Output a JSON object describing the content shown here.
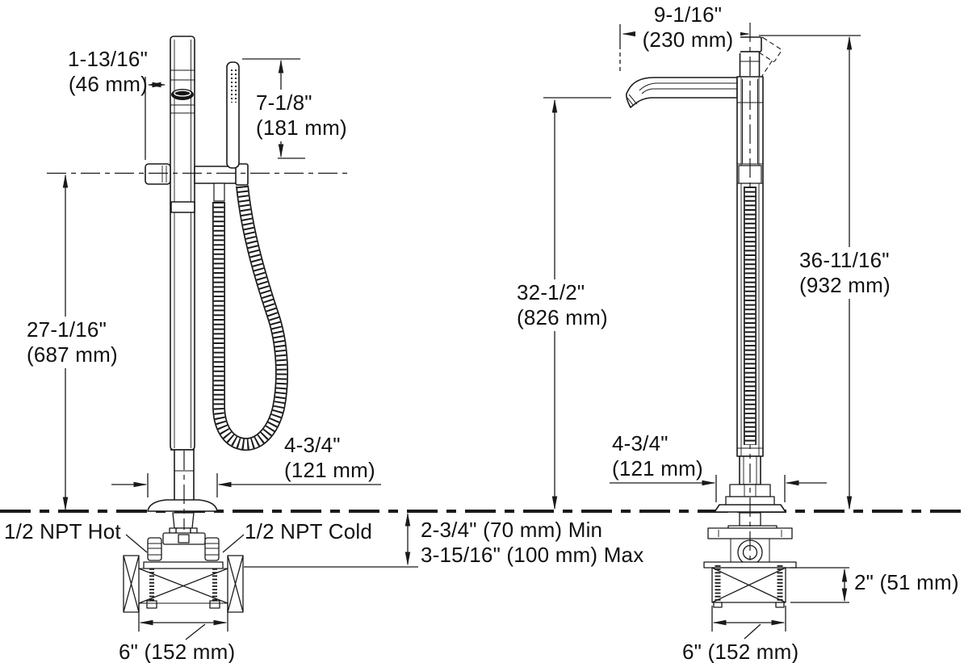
{
  "drawing": {
    "labels": {
      "handle_projection_in": "1-13/16\"",
      "handle_projection_mm": "(46 mm)",
      "handshower_length_in": "7-1/8\"",
      "handshower_length_mm": "(181 mm)",
      "handle_height_in": "27-1/16\"",
      "handle_height_mm": "(687 mm)",
      "left_base_width_in": "4-3/4\"",
      "left_base_width_mm": "(121 mm)",
      "supply_hot": "1/2 NPT Hot",
      "supply_cold": "1/2 NPT Cold",
      "floor_thickness_min": "2-3/4\" (70 mm) Min",
      "floor_thickness_max": "3-15/16\" (100 mm) Max",
      "left_blocking_width": "6\" (152 mm)",
      "spout_reach_in": "9-1/16\"",
      "spout_reach_mm": "(230 mm)",
      "spout_height_in": "32-1/2\"",
      "spout_height_mm": "(826 mm)",
      "overall_height_in": "36-11/16\"",
      "overall_height_mm": "(932 mm)",
      "right_base_width_in": "4-3/4\"",
      "right_base_width_mm": "(121 mm)",
      "blocking_height": "2\" (51 mm)",
      "right_blocking_width": "6\" (152 mm)"
    },
    "colors": {
      "line": "#1a1a1a",
      "background": "#ffffff"
    }
  }
}
